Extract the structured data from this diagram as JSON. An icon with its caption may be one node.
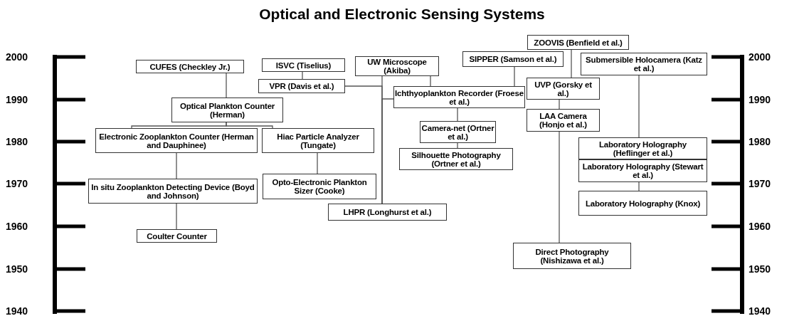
{
  "diagram": {
    "title": "Optical and Electronic Sensing Systems",
    "nodes": [
      {
        "text": [
          "CUFES (Checkley Jr.)"
        ]
      },
      {
        "text": [
          "ISVC (Tiselius)"
        ]
      },
      {
        "text": [
          "UW Microscope (Akiba)"
        ]
      },
      {
        "text": [
          "SIPPER (Samson et al.)"
        ]
      },
      {
        "text": [
          "ZOOVIS (Benfield et al.)"
        ]
      },
      {
        "text": [
          "Submersible Holocamera (Katz et al.)"
        ]
      },
      {
        "text": [
          "VPR (Davis et al.)"
        ]
      },
      {
        "text": [
          "Ichthyoplankton Recorder (Froese et al.)"
        ]
      },
      {
        "text": [
          "UVP (Gorsky et al.)"
        ]
      },
      {
        "text": [
          "Optical Plankton Counter (Herman)"
        ]
      },
      {
        "text": [
          "LAA Camera (Honjo et al.)"
        ]
      },
      {
        "text": [
          "Electronic Zooplankton Counter (Herman and Dauphinee)"
        ]
      },
      {
        "text": [
          "Hiac Particle Analyzer (Tungate)"
        ]
      },
      {
        "text": [
          "Camera-net (Ortner et al.)"
        ]
      },
      {
        "text": [
          "Silhouette Photography (Ortner et al.)"
        ]
      },
      {
        "text": [
          "Laboratory Holography (Heflinger et al.)"
        ]
      },
      {
        "text": [
          "Laboratory Holography (Stewart et al.)"
        ]
      },
      {
        "text": [
          "In situ Zooplankton Detecting Device (Boyd and Johnson)"
        ]
      },
      {
        "text": [
          "Opto-Electronic Plankton Sizer (Cooke)"
        ]
      },
      {
        "text": [
          "Laboratory Holography (Knox)"
        ]
      },
      {
        "text": [
          "LHPR (Longhurst et al.)"
        ]
      },
      {
        "text": [
          "Coulter Counter"
        ]
      },
      {
        "text": [
          "Direct Photography (Nishizawa et al.)"
        ]
      }
    ],
    "edges": [
      {
        "from": 0,
        "to": 9,
        "arrow": "none"
      },
      {
        "from": 9,
        "to": 11,
        "arrow": "none"
      },
      {
        "from": 9,
        "to": 12,
        "arrow": "none"
      },
      {
        "from": 11,
        "to": 17,
        "arrow": "none"
      },
      {
        "from": 17,
        "to": 21,
        "arrow": "none"
      },
      {
        "from": 12,
        "to": 18,
        "arrow": "none"
      },
      {
        "from": 1,
        "to": 6,
        "arrow": "none"
      },
      {
        "from": 6,
        "to": 20,
        "arrow": "none"
      },
      {
        "from": 2,
        "to": 20,
        "arrow": "none"
      },
      {
        "from": 7,
        "to": 20,
        "arrow": "none"
      },
      {
        "from": 2,
        "to": 7,
        "arrow": "none"
      },
      {
        "from": 3,
        "to": 7,
        "arrow": "none"
      },
      {
        "from": 4,
        "to": 8,
        "arrow": "none"
      },
      {
        "from": 7,
        "to": 13,
        "arrow": "none"
      },
      {
        "from": 13,
        "to": 14,
        "arrow": "none"
      },
      {
        "from": 8,
        "to": 10,
        "arrow": "none"
      },
      {
        "from": 10,
        "to": 22,
        "arrow": "none"
      },
      {
        "from": 5,
        "to": 15,
        "arrow": "none"
      },
      {
        "from": 16,
        "to": 19,
        "arrow": "none"
      }
    ],
    "labels": [
      "2000",
      "2000",
      "1990",
      "1990",
      "1980",
      "1980",
      "1970",
      "1970",
      "1960",
      "1960",
      "1950",
      "1950",
      "1940",
      "1940"
    ]
  }
}
